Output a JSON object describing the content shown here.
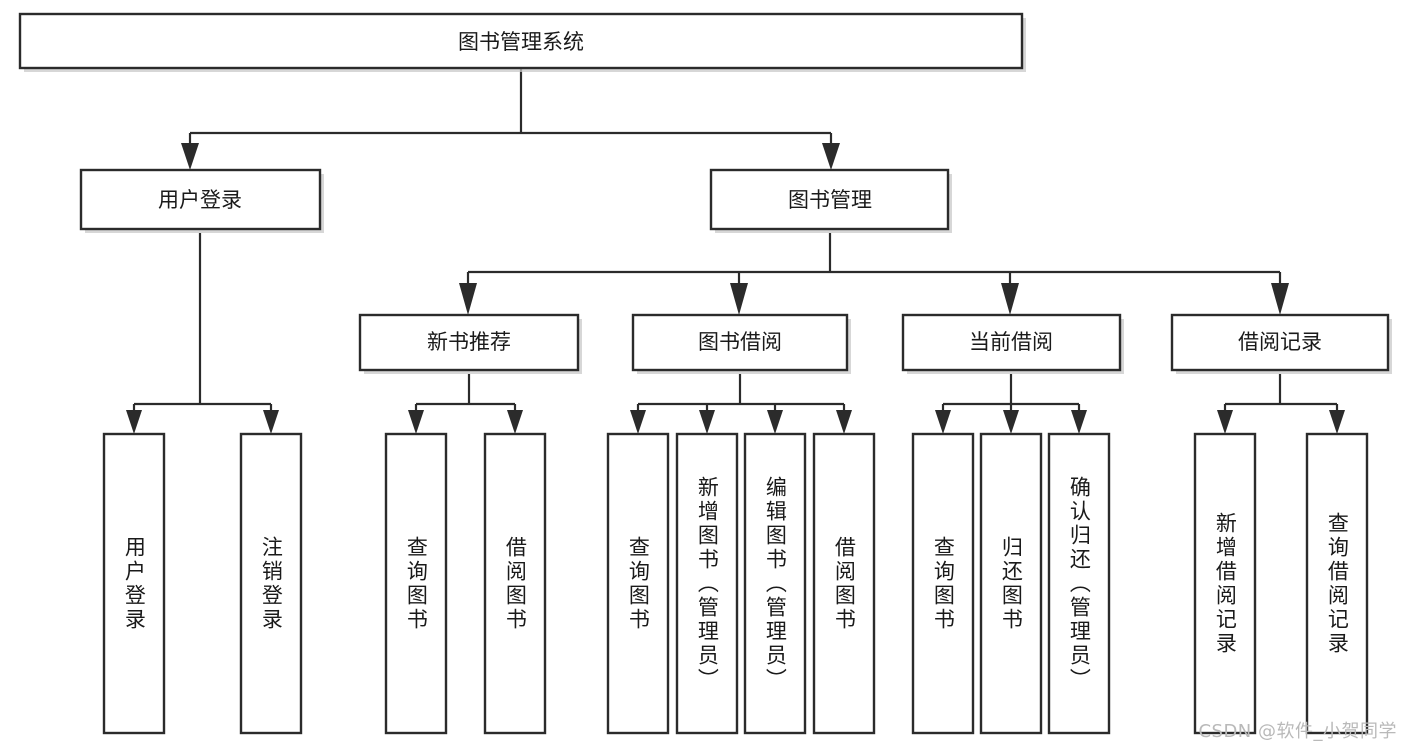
{
  "diagram": {
    "type": "tree-hierarchy",
    "title": "图书管理系统",
    "orientation": "top-down",
    "colors": {
      "box_stroke": "#2b2b2b",
      "box_fill": "#ffffff",
      "connector": "#2b2b2b",
      "shadow": "#c9c9c9",
      "text": "#1a1a1a",
      "watermark": "#b9b9b9"
    },
    "root": {
      "label": "图书管理系统"
    },
    "level2": [
      {
        "label": "用户登录"
      },
      {
        "label": "图书管理"
      }
    ],
    "level3": [
      {
        "label": "新书推荐"
      },
      {
        "label": "图书借阅"
      },
      {
        "label": "当前借阅"
      },
      {
        "label": "借阅记录"
      }
    ],
    "leaves": {
      "user_login": [
        {
          "label": "用户登录"
        },
        {
          "label": "注销登录"
        }
      ],
      "new_book": [
        {
          "label": "查询图书"
        },
        {
          "label": "借阅图书"
        }
      ],
      "book_borrow": [
        {
          "label": "查询图书"
        },
        {
          "label": "新增图书（管理员）"
        },
        {
          "label": "编辑图书（管理员）"
        },
        {
          "label": "借阅图书"
        }
      ],
      "current_borrow": [
        {
          "label": "查询图书"
        },
        {
          "label": "归还图书"
        },
        {
          "label": "确认归还（管理员）"
        }
      ],
      "borrow_record": [
        {
          "label": "新增借阅记录"
        },
        {
          "label": "查询借阅记录"
        }
      ]
    }
  },
  "watermark": {
    "text": "CSDN @软件_小贺同学"
  }
}
